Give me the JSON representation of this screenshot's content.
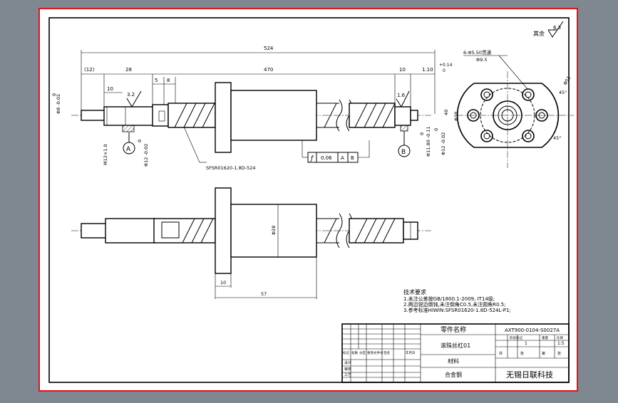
{
  "colors": {
    "background": "#7f8790",
    "sheet": "#ffffff",
    "sheet_border": "#e0141e"
  },
  "dimensions": {
    "overall": "524",
    "shaft_len": "470",
    "left_12": "(12)",
    "d28": "28",
    "d10": "10",
    "d5": "5",
    "d8": "8",
    "r10": "10",
    "r1_10": "1.10",
    "tol_p014": "+0.14",
    "tol_0": "0",
    "left_dia_top": "0",
    "left_dia": "Φ8 -0.02",
    "m12": "M12×1.0",
    "d12_a": "Φ12 -0.02",
    "d12_a0": "0",
    "d12_b": "Φ12 -0.02",
    "d12_b0": "0",
    "d11_8": "Φ11.80 -0.11",
    "d11_8_0": "0",
    "rough_a": "3.2",
    "rough_b": "1.6",
    "v40": "40",
    "v38": "Φ38",
    "v45": "45°",
    "v45b": "45°",
    "v51": "Φ51",
    "holes": "6-Φ5.50贯通",
    "holes2": "Φ9.5",
    "flange_t": "10",
    "body_d": "Φ28",
    "body_len": "57"
  },
  "labels": {
    "datum_a": "A",
    "datum_b": "B",
    "spec": "SFSR01620-1.8D-524",
    "fcf": {
      "sym": "ƒ",
      "tol": "0.06",
      "d1": "A",
      "d2": "B"
    },
    "rough_other_label": "其余",
    "rough_other_val": "6.3"
  },
  "notes": {
    "title": "技术要求",
    "lines": [
      "1.未注公差按GB/1800.1-2009, IT14级;",
      "2.两边锐边倒钝,未注倒角C0.5,未注圆角R0.5;",
      "3.参考标准HIWIN:SFSR01620-1.8D-524L-P1;"
    ]
  },
  "title_block": {
    "part_name_label": "零件名称",
    "part_name": "滚珠丝杠01",
    "drawing_no": "AXT900-0104-S0027A",
    "material_label": "材料",
    "material": "合金钢",
    "company": "无锡日联科技",
    "scale": "1:5",
    "qty": "1",
    "small_headers": [
      "标记",
      "处数",
      "分区",
      "更改文件号",
      "签名",
      "年月日"
    ],
    "row_labels": [
      "设计",
      "审核",
      "工艺"
    ],
    "stage_labels": [
      "阶段标记",
      "重量",
      "比例"
    ],
    "sheet_labels": [
      "共",
      "张",
      "第",
      "张"
    ]
  }
}
